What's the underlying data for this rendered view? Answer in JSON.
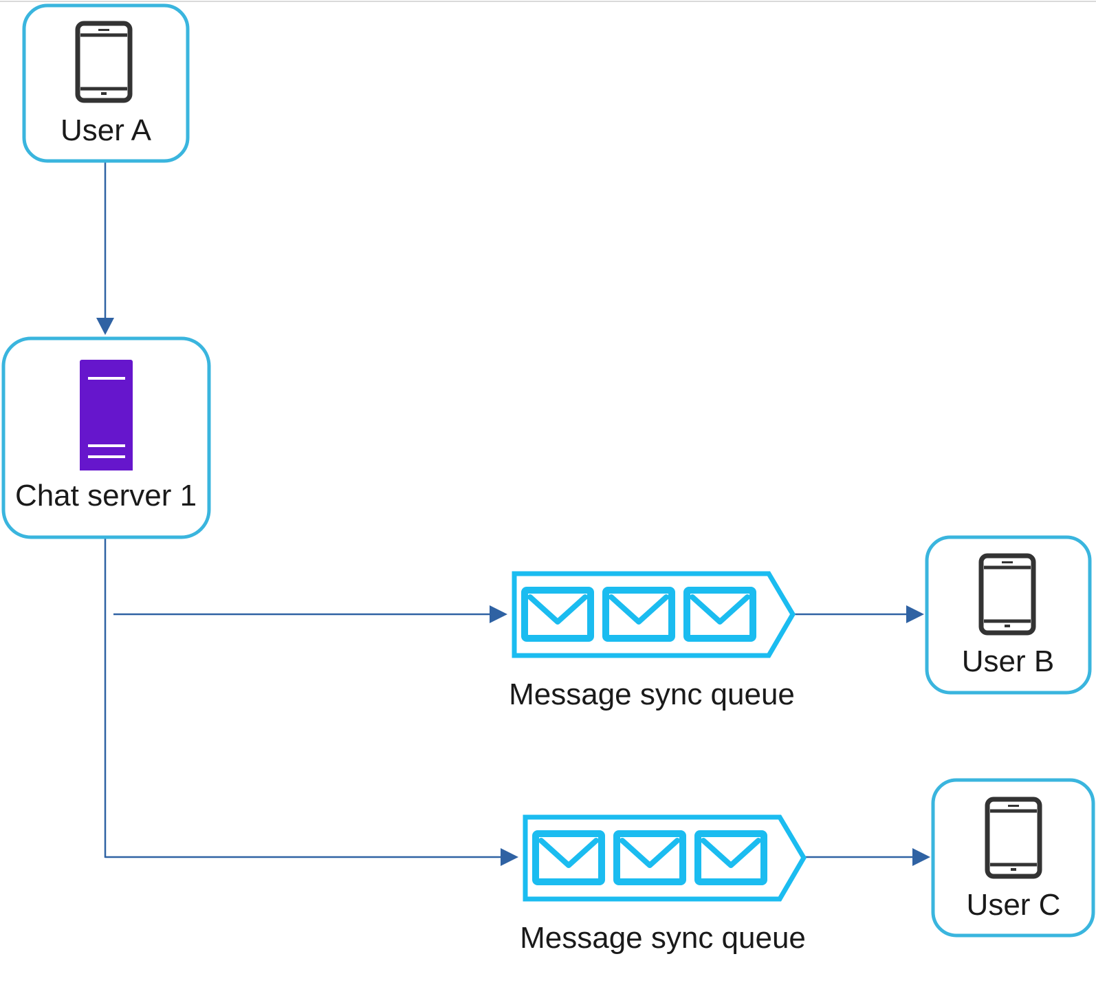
{
  "colors": {
    "node_border": "#3ab5de",
    "edge": "#2f62a3",
    "queue": "#1bbcf0",
    "phone": "#333333",
    "server": "#6616cc"
  },
  "nodes": {
    "user_a": {
      "label": "User A",
      "icon": "mobile-phone-icon"
    },
    "chat_server": {
      "label": "Chat server 1",
      "icon": "server-icon"
    },
    "user_b": {
      "label": "User B",
      "icon": "mobile-phone-icon"
    },
    "user_c": {
      "label": "User C",
      "icon": "mobile-phone-icon"
    }
  },
  "queues": [
    {
      "label": "Message sync queue",
      "icon": "envelope-icon"
    },
    {
      "label": "Message sync queue",
      "icon": "envelope-icon"
    }
  ]
}
